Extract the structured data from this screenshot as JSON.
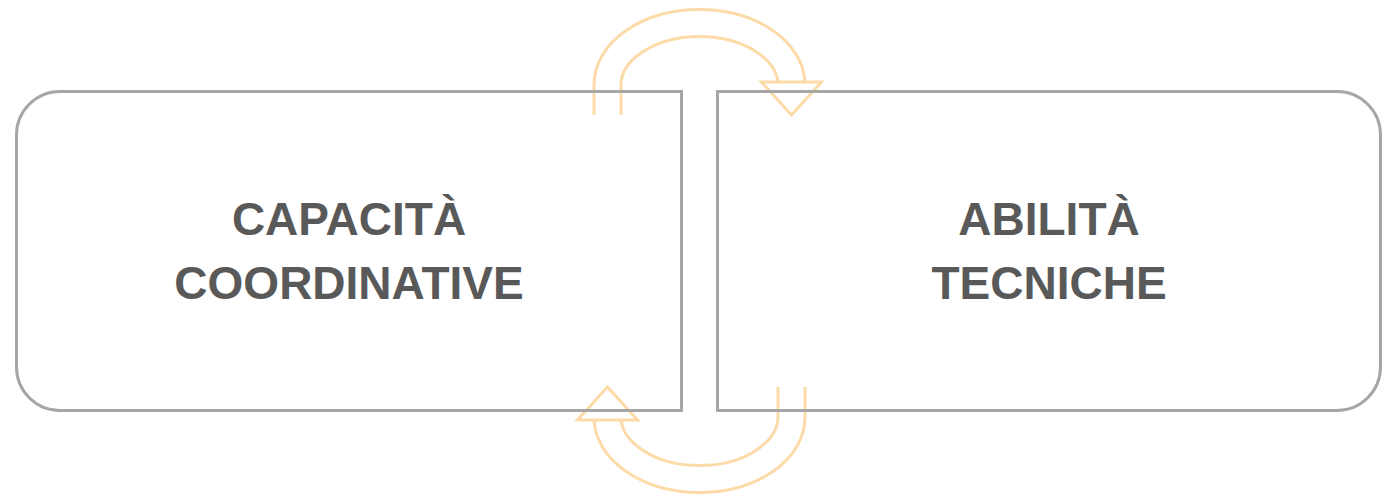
{
  "diagram": {
    "nodes": [
      {
        "text": [
          "CAPACITÀ COORDINATIVE"
        ]
      },
      {
        "text": [
          "ABILITÀ TECNICHE"
        ]
      }
    ],
    "edges": [
      {
        "from": 0,
        "to": 1,
        "arrow": "to"
      },
      {
        "from": 1,
        "to": 0,
        "arrow": "to"
      }
    ]
  }
}
